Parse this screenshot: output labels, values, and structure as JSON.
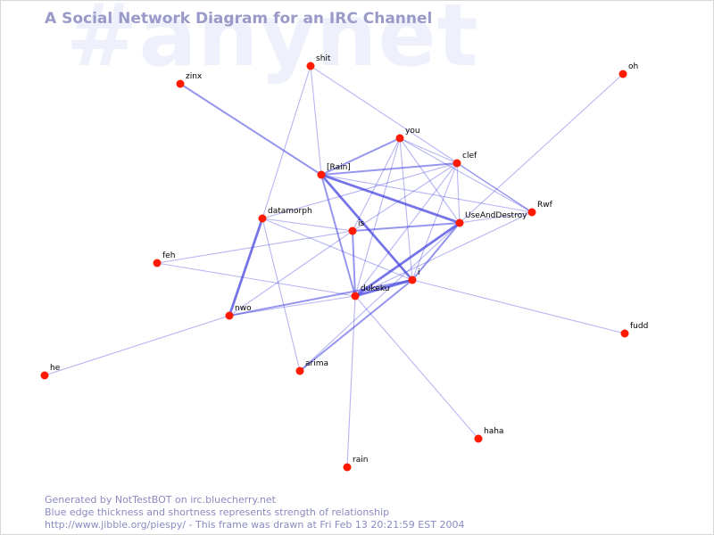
{
  "watermark": "#anynet",
  "title": "A Social Network Diagram for an IRC Channel",
  "footer": {
    "line1": "Generated by NotTestBOT on irc.bluecherry.net",
    "line2": "Blue edge thickness and shortness represents strength of relationship",
    "line3": "http://www.jibble.org/piespy/ - This frame was drawn at Fri Feb 13 20:21:59 EST 2004"
  },
  "colors": {
    "node": "#ff1a00",
    "edge": "#4040e0",
    "title": "#9a9ac8",
    "watermark": "#eef0fb"
  },
  "nodes": [
    {
      "id": "shit",
      "label": "shit"
    },
    {
      "id": "zinx",
      "label": "zinx"
    },
    {
      "id": "oh",
      "label": "oh"
    },
    {
      "id": "you",
      "label": "you"
    },
    {
      "id": "clef",
      "label": "clef"
    },
    {
      "id": "rain",
      "label": "[Rain]"
    },
    {
      "id": "rwf",
      "label": "Rwf"
    },
    {
      "id": "datamorph",
      "label": "datamorph"
    },
    {
      "id": "useanddestroy",
      "label": "UseAndDestroy"
    },
    {
      "id": "is",
      "label": "is"
    },
    {
      "id": "feh",
      "label": "feh"
    },
    {
      "id": "i",
      "label": "i"
    },
    {
      "id": "dukeku",
      "label": "dukeku"
    },
    {
      "id": "nwo",
      "label": "nwo"
    },
    {
      "id": "fudd",
      "label": "fudd"
    },
    {
      "id": "he",
      "label": "he"
    },
    {
      "id": "arima",
      "label": "arima"
    },
    {
      "id": "haha",
      "label": "haha"
    },
    {
      "id": "rain2",
      "label": "rain"
    }
  ],
  "edges": [
    {
      "from": "zinx",
      "to": "rain",
      "strength": 2
    },
    {
      "from": "shit",
      "to": "rain",
      "strength": 1
    },
    {
      "from": "shit",
      "to": "datamorph",
      "strength": 1
    },
    {
      "from": "shit",
      "to": "rwf",
      "strength": 1
    },
    {
      "from": "oh",
      "to": "useanddestroy",
      "strength": 1
    },
    {
      "from": "rain",
      "to": "you",
      "strength": 2
    },
    {
      "from": "rain",
      "to": "clef",
      "strength": 2
    },
    {
      "from": "rain",
      "to": "useanddestroy",
      "strength": 3
    },
    {
      "from": "rain",
      "to": "i",
      "strength": 3
    },
    {
      "from": "rain",
      "to": "dukeku",
      "strength": 2
    },
    {
      "from": "rain",
      "to": "rwf",
      "strength": 1
    },
    {
      "from": "you",
      "to": "clef",
      "strength": 1
    },
    {
      "from": "you",
      "to": "useanddestroy",
      "strength": 1
    },
    {
      "from": "you",
      "to": "dukeku",
      "strength": 1
    },
    {
      "from": "you",
      "to": "i",
      "strength": 1
    },
    {
      "from": "you",
      "to": "is",
      "strength": 1
    },
    {
      "from": "you",
      "to": "rwf",
      "strength": 1
    },
    {
      "from": "clef",
      "to": "datamorph",
      "strength": 1
    },
    {
      "from": "clef",
      "to": "useanddestroy",
      "strength": 1
    },
    {
      "from": "clef",
      "to": "dukeku",
      "strength": 1
    },
    {
      "from": "clef",
      "to": "i",
      "strength": 1
    },
    {
      "from": "clef",
      "to": "is",
      "strength": 1
    },
    {
      "from": "clef",
      "to": "rwf",
      "strength": 1
    },
    {
      "from": "datamorph",
      "to": "nwo",
      "strength": 3
    },
    {
      "from": "datamorph",
      "to": "is",
      "strength": 1
    },
    {
      "from": "datamorph",
      "to": "i",
      "strength": 1
    },
    {
      "from": "datamorph",
      "to": "arima",
      "strength": 1
    },
    {
      "from": "useanddestroy",
      "to": "is",
      "strength": 2
    },
    {
      "from": "useanddestroy",
      "to": "dukeku",
      "strength": 3
    },
    {
      "from": "useanddestroy",
      "to": "i",
      "strength": 2
    },
    {
      "from": "useanddestroy",
      "to": "arima",
      "strength": 1
    },
    {
      "from": "useanddestroy",
      "to": "rwf",
      "strength": 1
    },
    {
      "from": "is",
      "to": "dukeku",
      "strength": 2
    },
    {
      "from": "is",
      "to": "feh",
      "strength": 1
    },
    {
      "from": "is",
      "to": "nwo",
      "strength": 1
    },
    {
      "from": "i",
      "to": "dukeku",
      "strength": 3
    },
    {
      "from": "i",
      "to": "nwo",
      "strength": 2
    },
    {
      "from": "i",
      "to": "fudd",
      "strength": 1
    },
    {
      "from": "i",
      "to": "arima",
      "strength": 2
    },
    {
      "from": "rwf",
      "to": "dukeku",
      "strength": 1
    },
    {
      "from": "dukeku",
      "to": "nwo",
      "strength": 1
    },
    {
      "from": "dukeku",
      "to": "haha",
      "strength": 1
    },
    {
      "from": "dukeku",
      "to": "rain2",
      "strength": 1
    },
    {
      "from": "dukeku",
      "to": "feh",
      "strength": 1
    },
    {
      "from": "nwo",
      "to": "he",
      "strength": 1
    }
  ]
}
